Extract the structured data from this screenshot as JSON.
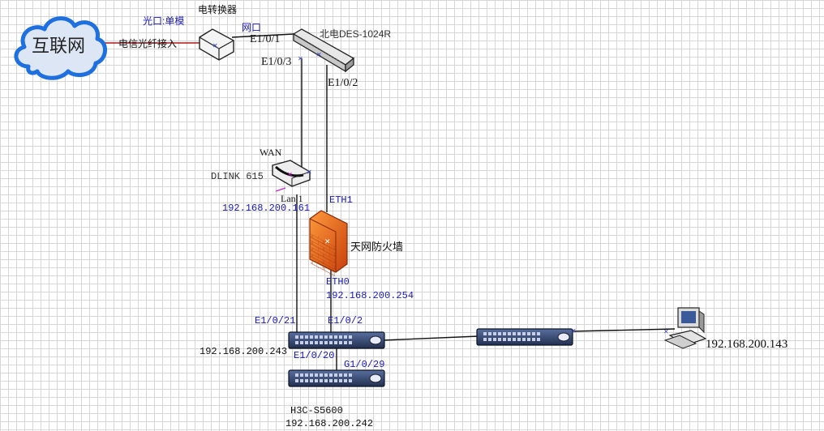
{
  "internet": {
    "label": "互联网"
  },
  "fiber_link": {
    "label": "电信光纤接入"
  },
  "converter": {
    "title": "电转换器",
    "optical_port": "光口:单模",
    "network_port": "网口"
  },
  "core_switch": {
    "model": "北电DES-1024R",
    "port_converter": "E1/0/1",
    "port_router": "E1/0/3",
    "port_firewall": "E1/0/2"
  },
  "router": {
    "name": "DLINK 615",
    "wan": "WAN",
    "lan": "Lan 1",
    "ip": "192.168.200.161"
  },
  "firewall": {
    "name": "天网防火墙",
    "eth1": "ETH1",
    "eth0": "ETH0",
    "ip": "192.168.200.254"
  },
  "h3c_top": {
    "ip": "192.168.200.243",
    "port_router": "E1/0/21",
    "port_firewall": "E1/0/2",
    "port_stack": "E1/0/20"
  },
  "h3c_bottom": {
    "model": "H3C-S5600",
    "ip": "192.168.200.242",
    "port_stack": "G1/0/29"
  },
  "pc": {
    "ip": "192.168.200.143"
  },
  "colors": {
    "link_red": "#b01818",
    "label_blue": "#1a1ab8",
    "firewall_orange": "#e8641a"
  }
}
